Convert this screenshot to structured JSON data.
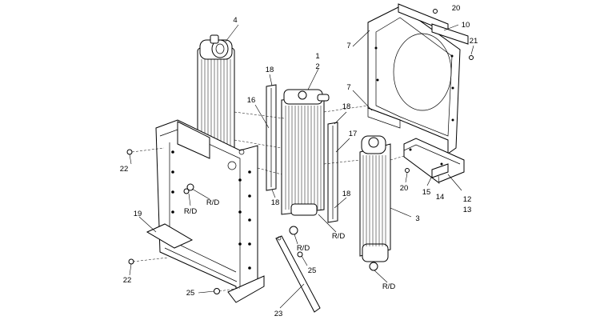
{
  "diagram": {
    "callouts": {
      "c1": "1",
      "c2": "2",
      "c3": "3",
      "c4": "4",
      "c7a": "7",
      "c7b": "7",
      "c10": "10",
      "c12": "12",
      "c13": "13",
      "c14": "14",
      "c15": "15",
      "c16": "16",
      "c17": "17",
      "c18a": "18",
      "c18b": "18",
      "c18c": "18",
      "c18d": "18",
      "c19": "19",
      "c20a": "20",
      "c20b": "20",
      "c21": "21",
      "c22a": "22",
      "c22b": "22",
      "c23": "23",
      "c25a": "25",
      "c25b": "25"
    },
    "notes": {
      "rd1": "R/D",
      "rd2": "R/D",
      "rd3": "R/D",
      "rd4": "R/D",
      "rd5": "R/D"
    }
  }
}
